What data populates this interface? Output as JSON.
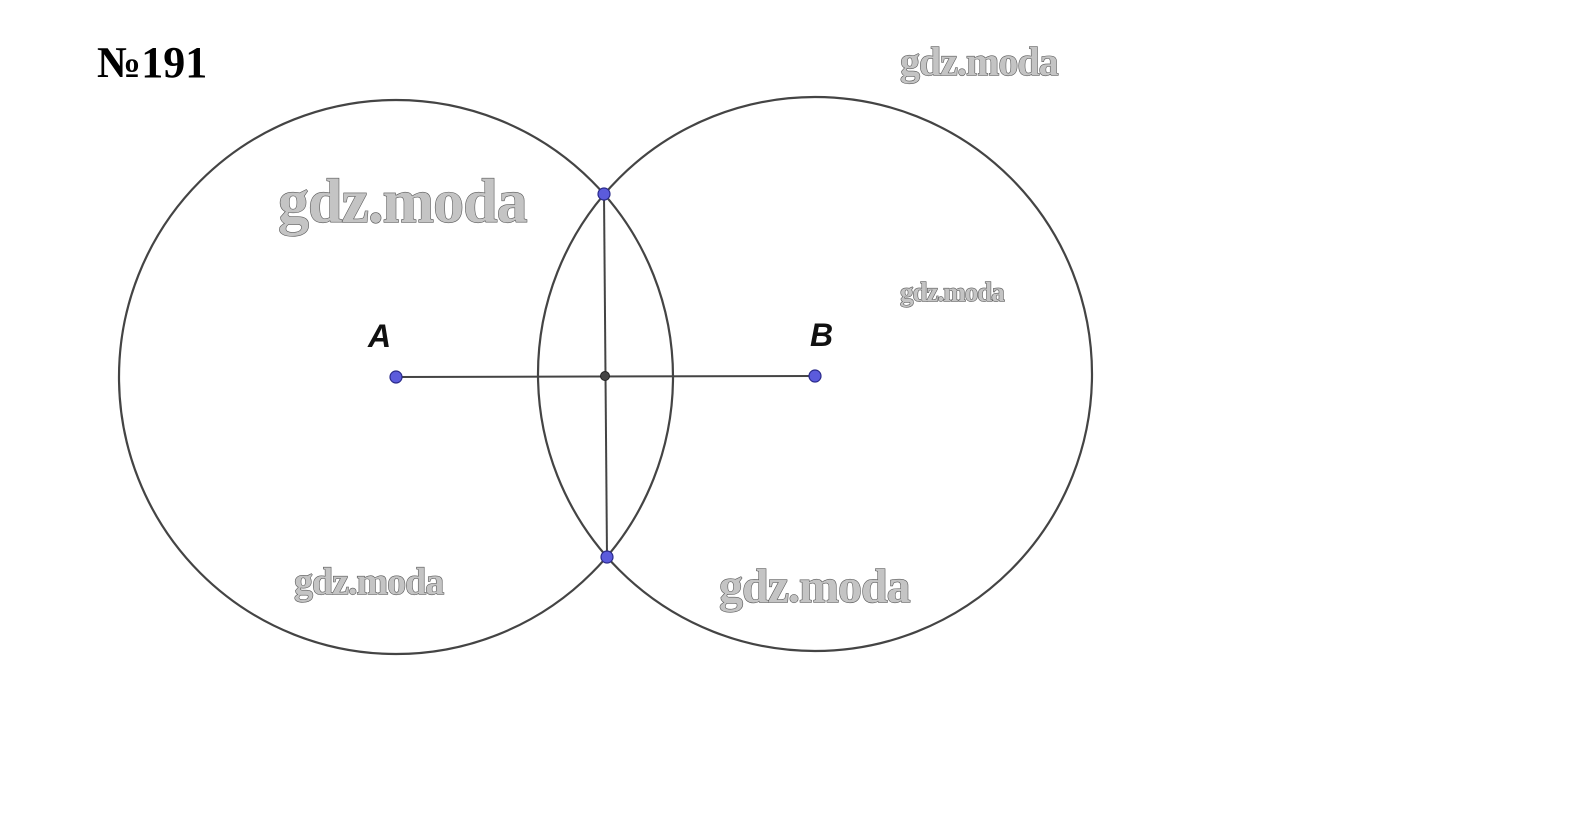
{
  "problem": {
    "number": "№191"
  },
  "points": {
    "a_label": "A",
    "b_label": "B"
  },
  "watermarks": [
    "gdz.moda",
    "gdz.moda",
    "gdz.moda",
    "gdz.moda",
    "gdz.moda"
  ],
  "colors": {
    "stroke": "#444444",
    "point_fill": "#5b5bdc",
    "watermark": "#c4c4c4"
  }
}
